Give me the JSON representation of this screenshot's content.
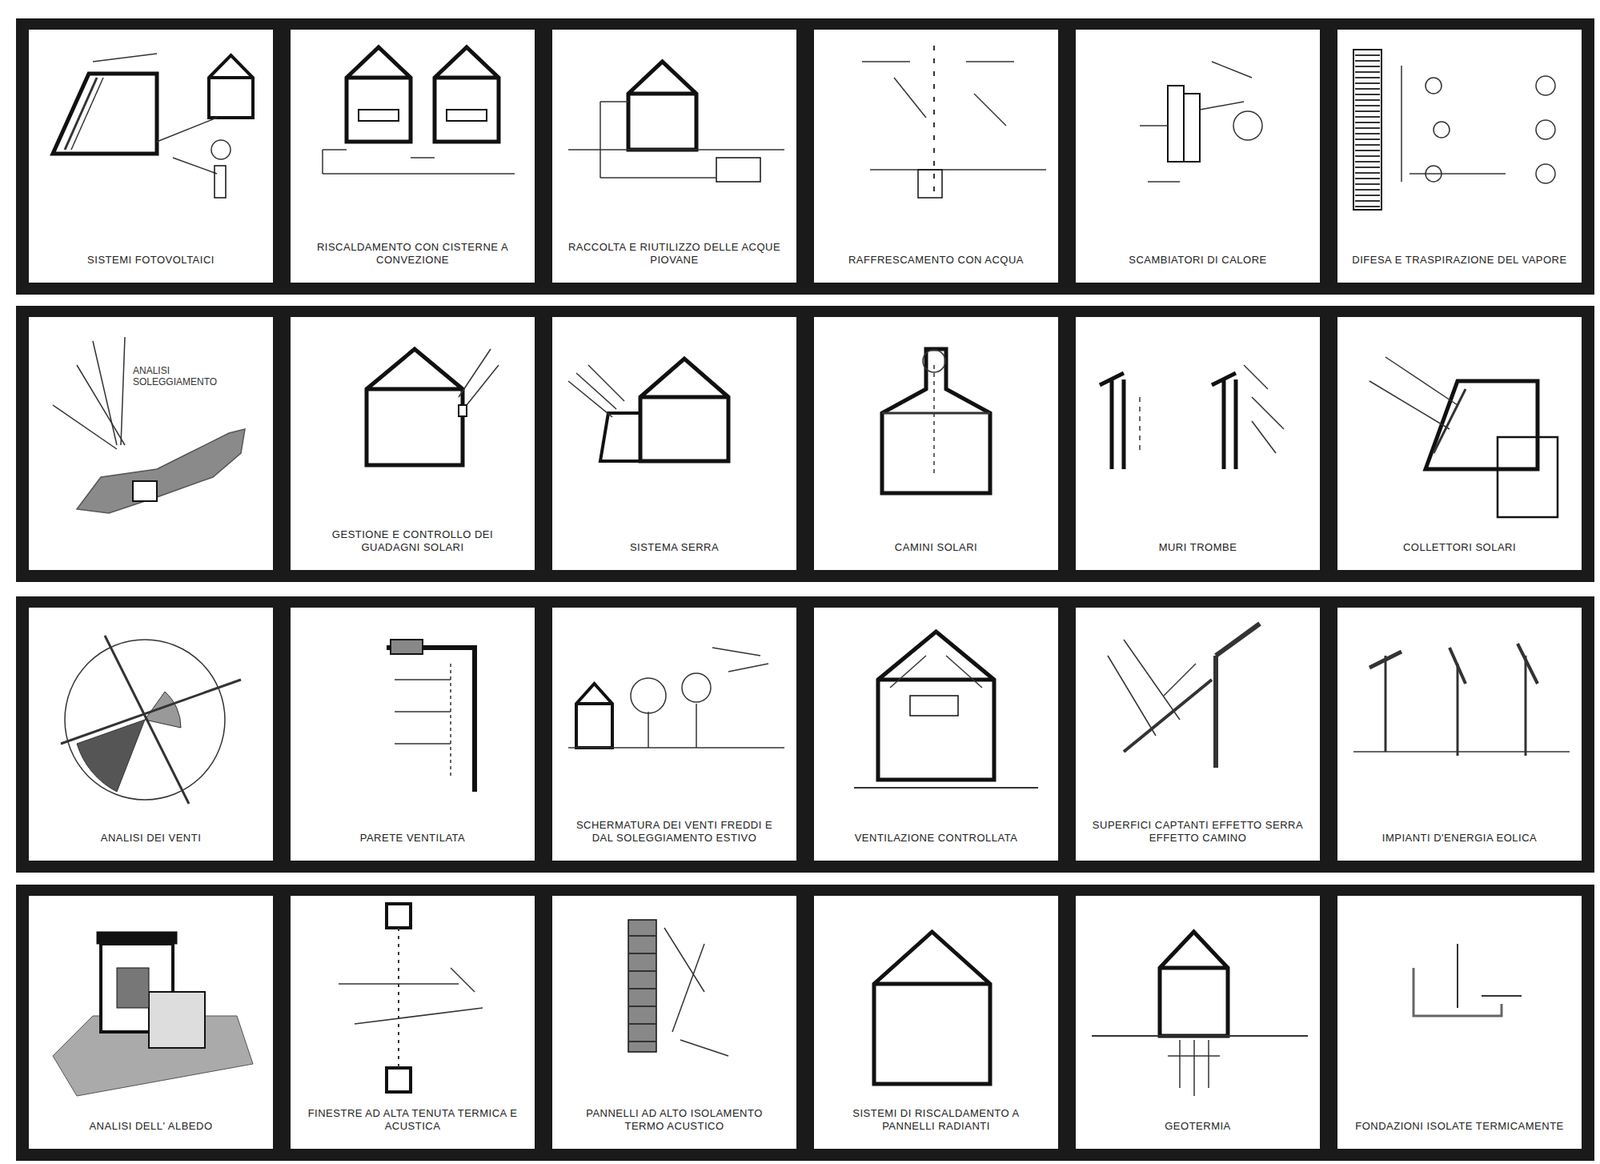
{
  "diagram": {
    "nodes": [
      {
        "text": [
          "SISTEMI FOTOVOLTAICI"
        ]
      },
      {
        "text": [
          "RISCALDAMENTO CON CISTERNE A CONVEZIONE"
        ]
      },
      {
        "text": [
          "RACCOLTA E RIUTILIZZO DELLE ACQUE PIOVANE"
        ]
      },
      {
        "text": [
          "RAFFRESCAMENTO CON ACQUA"
        ]
      },
      {
        "text": [
          "SCAMBIATORI DI CALORE"
        ]
      },
      {
        "text": [
          "DIFESA E TRASPIRAZIONE DEL VAPORE"
        ]
      },
      {
        "text": [
          "ANALISI SOLEGGIAMENTO"
        ]
      },
      {
        "text": [
          "GESTIONE E CONTROLLO DEI GUADAGNI SOLARI"
        ]
      },
      {
        "text": [
          "SISTEMA SERRA"
        ]
      },
      {
        "text": [
          "CAMINI SOLARI"
        ]
      },
      {
        "text": [
          "MURI TROMBE"
        ]
      },
      {
        "text": [
          "COLLETTORI SOLARI"
        ]
      },
      {
        "text": [
          "ANALISI DEI VENTI"
        ]
      },
      {
        "text": [
          "PARETE VENTILATA"
        ]
      },
      {
        "text": [
          "SCHERMATURA DEI VENTI FREDDI E DAL SOLEGGIAMENTO ESTIVO"
        ]
      },
      {
        "text": [
          "VENTILAZIONE CONTROLLATA"
        ]
      },
      {
        "text": [
          "SUPERFICI CAPTANTI EFFETTO SERRA EFFETTO CAMINO"
        ]
      },
      {
        "text": [
          "IMPIANTI D'ENERGIA EOLICA"
        ]
      },
      {
        "text": [
          "ANALISI DELL' ALBEDO"
        ]
      },
      {
        "text": [
          "FINESTRE AD ALTA TENUTA TERMICA E ACUSTICA"
        ]
      },
      {
        "text": [
          "PANNELLI AD ALTO ISOLAMENTO TERMO ACUSTICO"
        ]
      },
      {
        "text": [
          "SISTEMI DI RISCALDAMENTO A PANNELLI RADIANTI"
        ]
      },
      {
        "text": [
          "GEOTERMIA"
        ]
      },
      {
        "text": [
          "FONDAZIONI ISOLATE TERMICAMENTE"
        ]
      }
    ]
  }
}
